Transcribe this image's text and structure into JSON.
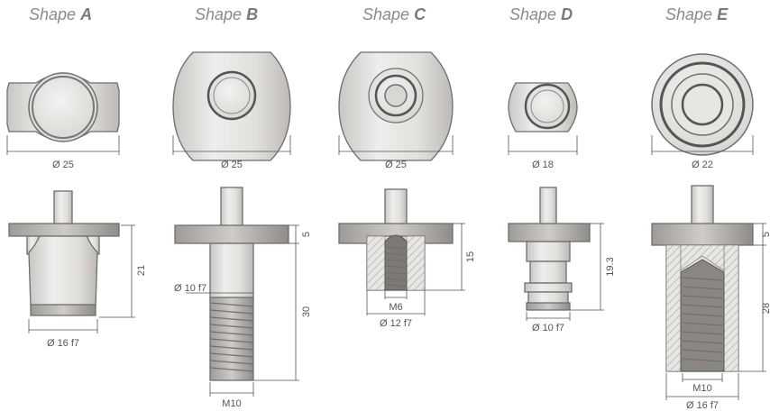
{
  "shapes": [
    {
      "prefix": "Shape ",
      "letter": "A",
      "top_diameter": "Ø 25",
      "labels": [
        "21",
        "Ø 16 f7"
      ]
    },
    {
      "prefix": "Shape ",
      "letter": "B",
      "top_diameter": "Ø 25",
      "labels": [
        "5",
        "Ø 10 f7",
        "30",
        "M10"
      ]
    },
    {
      "prefix": "Shape ",
      "letter": "C",
      "top_diameter": "Ø 25",
      "labels": [
        "15",
        "M6",
        "Ø 12 f7"
      ]
    },
    {
      "prefix": "Shape ",
      "letter": "D",
      "top_diameter": "Ø 18",
      "labels": [
        "19.3",
        "Ø 10 f7"
      ]
    },
    {
      "prefix": "Shape ",
      "letter": "E",
      "top_diameter": "Ø 22",
      "labels": [
        "5",
        "28",
        "M10",
        "Ø 16 f7"
      ]
    }
  ],
  "colors": {
    "metal": "#e4e2df",
    "outline": "#6e6e6e",
    "title": "#8a8a8a"
  }
}
